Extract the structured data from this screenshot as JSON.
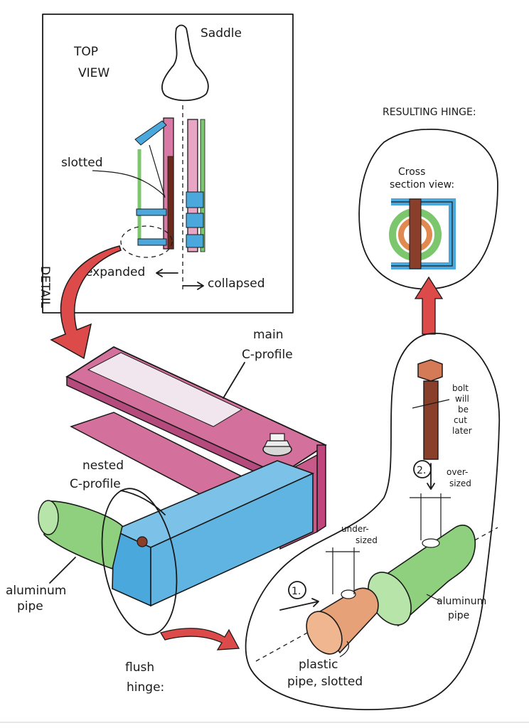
{
  "labels": {
    "top_view": [
      "TOP",
      "VIEW"
    ],
    "saddle": "Saddle",
    "slotted": "slotted",
    "expanded": "expanded",
    "collapsed": "collapsed",
    "detail": "DETAIL",
    "resulting_hinge": "RESULTING HINGE:",
    "cross_section": [
      "Cross",
      "section view:"
    ],
    "main_c_profile": [
      "main",
      "C-profile"
    ],
    "nested_c_profile": [
      "nested",
      "C-profile"
    ],
    "aluminum_pipe_left": [
      "aluminum",
      "pipe"
    ],
    "flush_hinge": [
      "flush",
      "hinge:"
    ],
    "bolt_note": [
      "bolt",
      "will",
      "be",
      "cut",
      "later"
    ],
    "step_2": "2.",
    "over_sized": [
      "over-",
      "sized"
    ],
    "under_sized": [
      "under-",
      "sized"
    ],
    "step_1": "1.",
    "aluminum_pipe_right": [
      "aluminum",
      "pipe"
    ],
    "plastic_pipe": [
      "plastic",
      "pipe, slotted"
    ]
  },
  "colors": {
    "magenta": "#c2447c",
    "blue": "#4aa8dd",
    "green": "#7cc66e",
    "orange": "#e08a52",
    "brown": "#8a3f2a",
    "red_arrow": "#dd4a4a",
    "ink": "#1a1a1a"
  }
}
